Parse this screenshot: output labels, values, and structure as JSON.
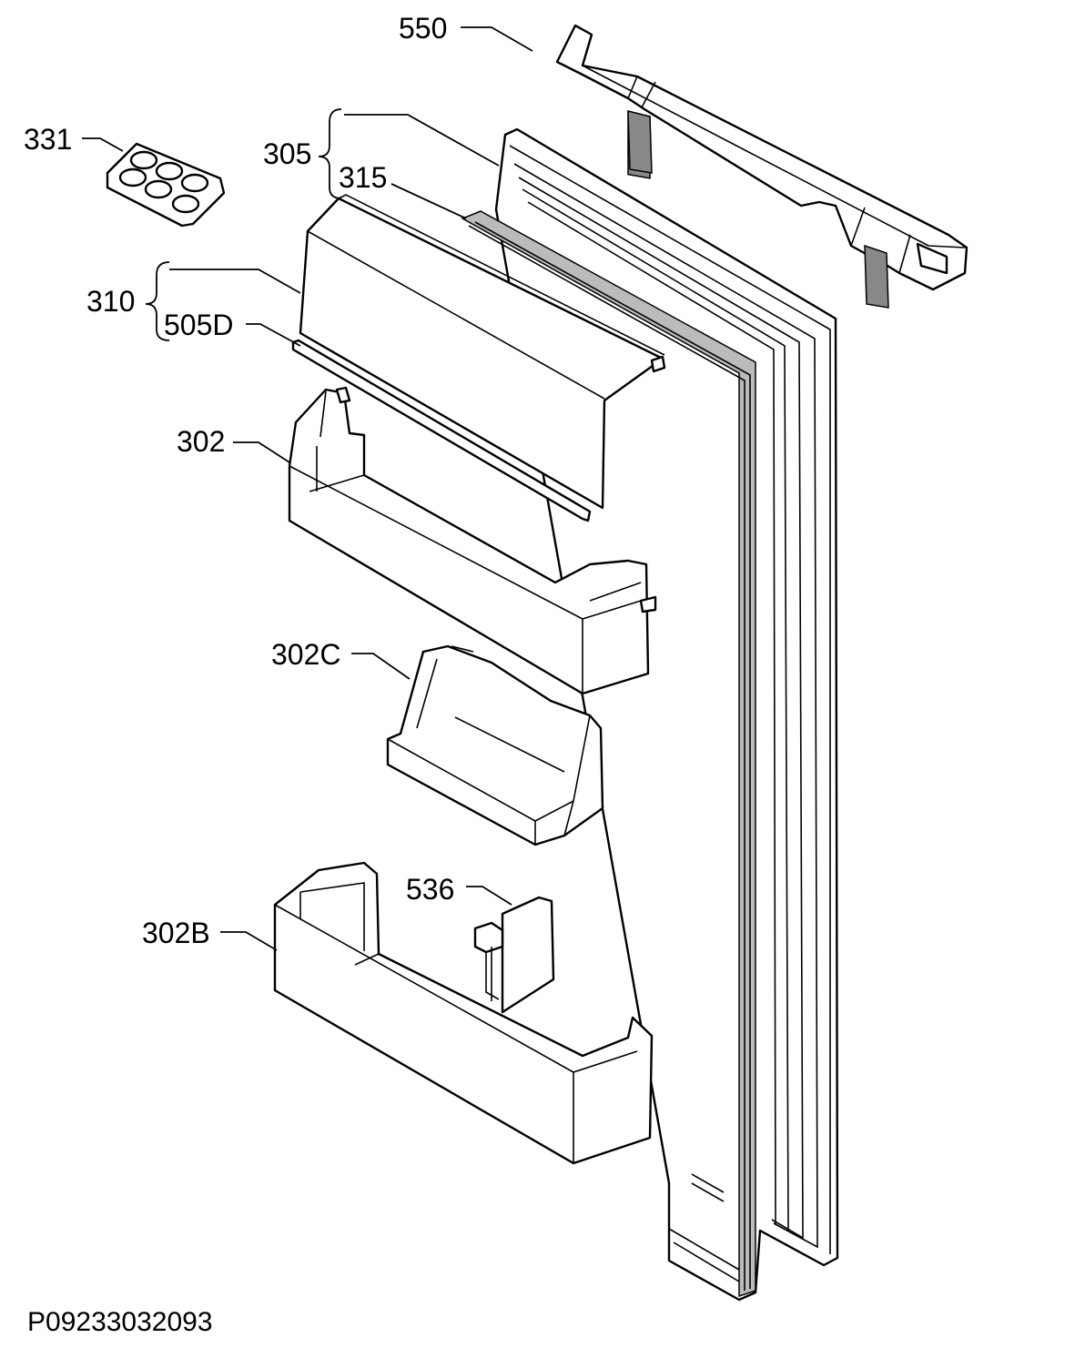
{
  "callouts": {
    "c550": "550",
    "c331": "331",
    "c305": "305",
    "c315": "315",
    "c310": "310",
    "c505d": "505D",
    "c302": "302",
    "c302c": "302C",
    "c536": "536",
    "c302b": "302B"
  },
  "drawing_code": "P09233032093",
  "colors": {
    "line": "#000000",
    "background": "#ffffff"
  }
}
